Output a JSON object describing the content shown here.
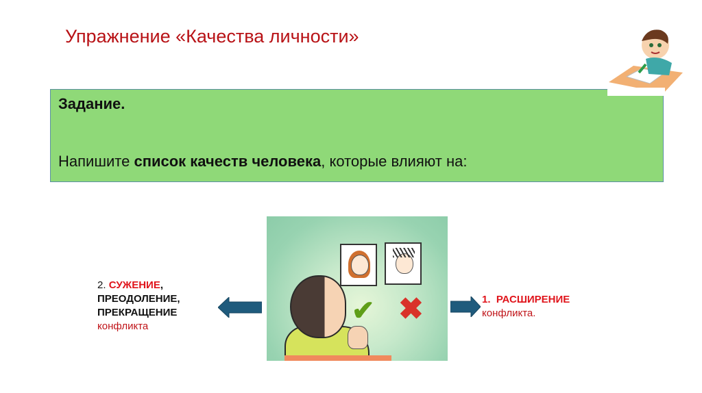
{
  "slide": {
    "title": "Упражнение «Качества личности»",
    "task": {
      "heading": "Задание.",
      "text_prefix": "Напишите ",
      "text_bold": "список качеств человека",
      "text_suffix": ", которые влияют на:",
      "background_color": "#8fd978"
    },
    "left_option": {
      "number": "2. ",
      "keyword": "СУЖЕНИЕ",
      "comma": ",",
      "line2": "ПРЕОДОЛЕНИЕ,",
      "line3": "ПРЕКРАЩЕНИЕ",
      "line4": "конфликта"
    },
    "right_option": {
      "keyword": "1.  РАСШИРЕНИЕ",
      "line2": "конфликта."
    },
    "icons": {
      "left_arrow": "arrow-left-icon",
      "right_arrow": "arrow-right-icon",
      "check": "✔",
      "cross": "✖"
    },
    "colors": {
      "title": "#b81216",
      "accent_red": "#e0141b",
      "arrow": "#1f5b7d"
    }
  }
}
